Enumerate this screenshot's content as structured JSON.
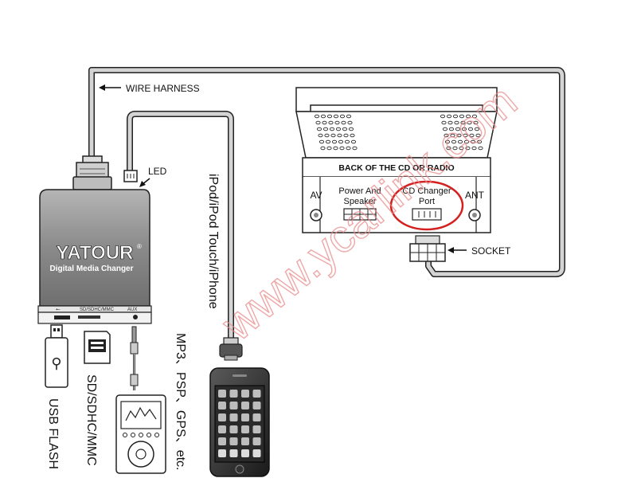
{
  "labels": {
    "wire_harness": "WIRE HARNESS",
    "led": "LED",
    "socket": "SOCKET",
    "ipod_cable": "iPod/iPod Touch/iPhone",
    "aux_devices": "MP3、PSP、GPS、etc.",
    "sd_label": "SD/SDHC/MMC",
    "usb_label": "USB FLASH"
  },
  "changer": {
    "brand": "YATOUR",
    "brand_mark": "®",
    "subtitle": "Digital Media Changer",
    "port_sd": "SD/SDHC/MMC",
    "port_aux": "AUX"
  },
  "radio": {
    "title": "BACK OF THE CD OR RADIO",
    "av": "AV",
    "power_line1": "Power And",
    "power_line2": "Speaker",
    "cd_line1": "CD Changer",
    "cd_line2": "Port",
    "ant": "ANT"
  },
  "watermark": "www.ycarlink.com",
  "colors": {
    "line": "#222222",
    "cable": "#cfcfcf",
    "changer_body": "#8c8c8c",
    "watermark": "#e98a8a",
    "highlight": "#d42020"
  }
}
